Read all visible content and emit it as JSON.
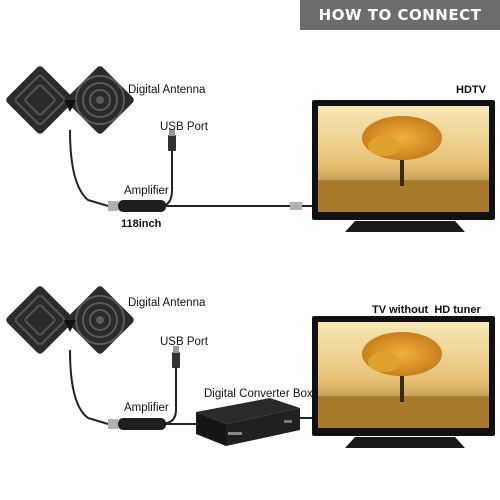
{
  "header": {
    "title": "HOW TO CONNECT"
  },
  "top": {
    "antenna_label": "Digital Antenna",
    "usb_label": "USB Port",
    "amplifier_label": "Amplifier",
    "cable_length": "118inch",
    "tv_label": "HDTV"
  },
  "bottom": {
    "antenna_label": "Digital Antenna",
    "usb_label": "USB Port",
    "amplifier_label": "Amplifier",
    "converter_label": "Digital Converter Box",
    "tv_label": "TV without  HD tuner"
  }
}
